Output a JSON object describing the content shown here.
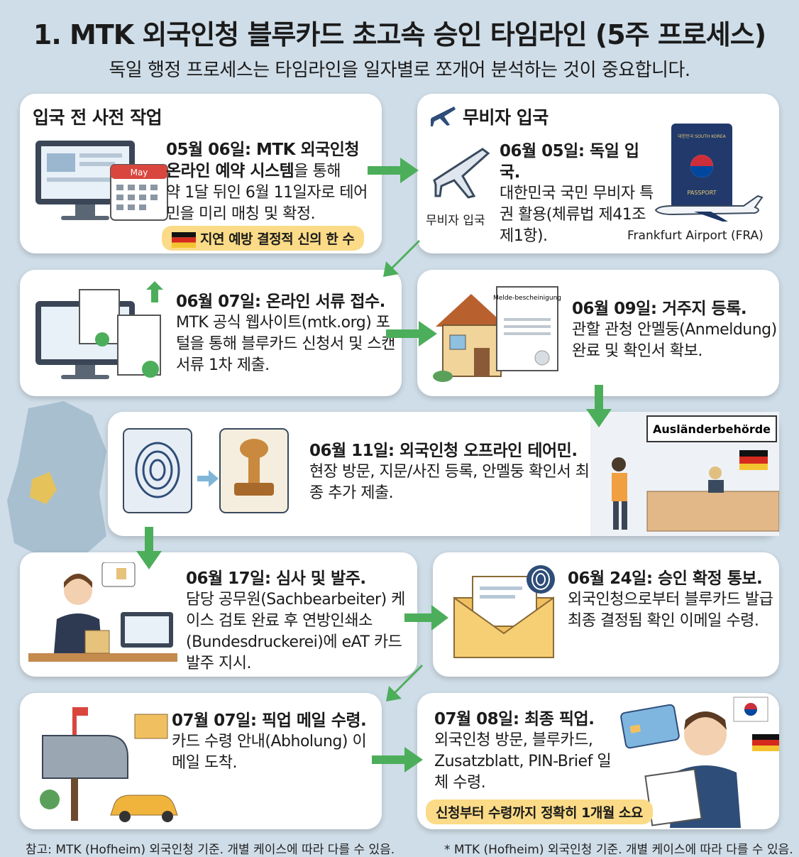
{
  "title": "1. MTK 외국인청 블루카드 초고속 승인 타임라인 (5주 프로세스)",
  "subtitle": "독일 행정 프로세스는 타임라인을 일자별로 쪼개어 분석하는 것이 중요합니다.",
  "steps": {
    "s1": {
      "heading": "입국 전 사전 작업",
      "date": "05월 06일: MTK 외국인청 온라인 예약 시스템",
      "date_suffix": "을 통해",
      "body": "약 1달 뒤인 6월 11일자로 테어민을 미리 매칭 및 확정.",
      "calendar_label": "May",
      "badge": "지연 예방 결정적 신의 한 수"
    },
    "s2": {
      "heading": "무비자 입국",
      "date": "06월 05일: 독일 입국.",
      "body": "대한민국 국민 무비자 특권 활용(체류법 제41조 제1항).",
      "icon_caption": "무비자 입국",
      "passport_top": "대한민국 SOUTH KOREA",
      "passport_label": "PASSPORT",
      "airport": "Frankfurt Airport (FRA)"
    },
    "s3": {
      "date": "06월 07일: 온라인 서류 접수.",
      "body": "MTK 공식 웹사이트(mtk.org) 포털을 통해 블루카드 신청서 및 스캔 서류 1차 제출."
    },
    "s4": {
      "date": "06월 09일: 거주지 등록.",
      "body": "관할 관청 안멜둥(Anmeldung) 완료 및 확인서 확보.",
      "doc_label": "Melde-bescheinigung"
    },
    "s5": {
      "date": "06월 11일: 외국인청 오프라인 테어민.",
      "body": "현장 방문, 지문/사진 등록, 안멜둥 확인서 최종 추가 제출.",
      "office_sign": "Ausländerbehörde"
    },
    "s6": {
      "date": "06월 17일: 심사 및 발주.",
      "body": "담당 공무원(Sachbearbeiter) 케이스 검토 완료 후 연방인쇄소(Bundesdruckerei)에 eAT 카드 발주 지시."
    },
    "s7": {
      "date": "06월 24일: 승인 확정 통보.",
      "body": "외국인청으로부터 블루카드 발급 최종 결정됨 확인 이메일 수령."
    },
    "s8": {
      "date": "07월 07일: 픽업 메일 수령.",
      "body": "카드 수령 안내(Abholung) 이메일 도착."
    },
    "s9": {
      "date": "07월 08일: 최종 픽업.",
      "body": "외국인청 방문, 블루카드, Zusatzblatt, PIN-Brief 일체 수령.",
      "badge": "신청부터 수령까지 정확히 1개월 소요"
    }
  },
  "footer_left": "참고: MTK (Hofheim) 외국인청 기준. 개별 케이스에 따라 다를 수 있음.",
  "footer_right": "* MTK (Hofheim) 외국인청 기준. 개별 케이스에 따라 다를 수 있음.",
  "colors": {
    "arrow": "#4cae5a",
    "badge": "#fbdb87",
    "background": "#cfdde8"
  }
}
